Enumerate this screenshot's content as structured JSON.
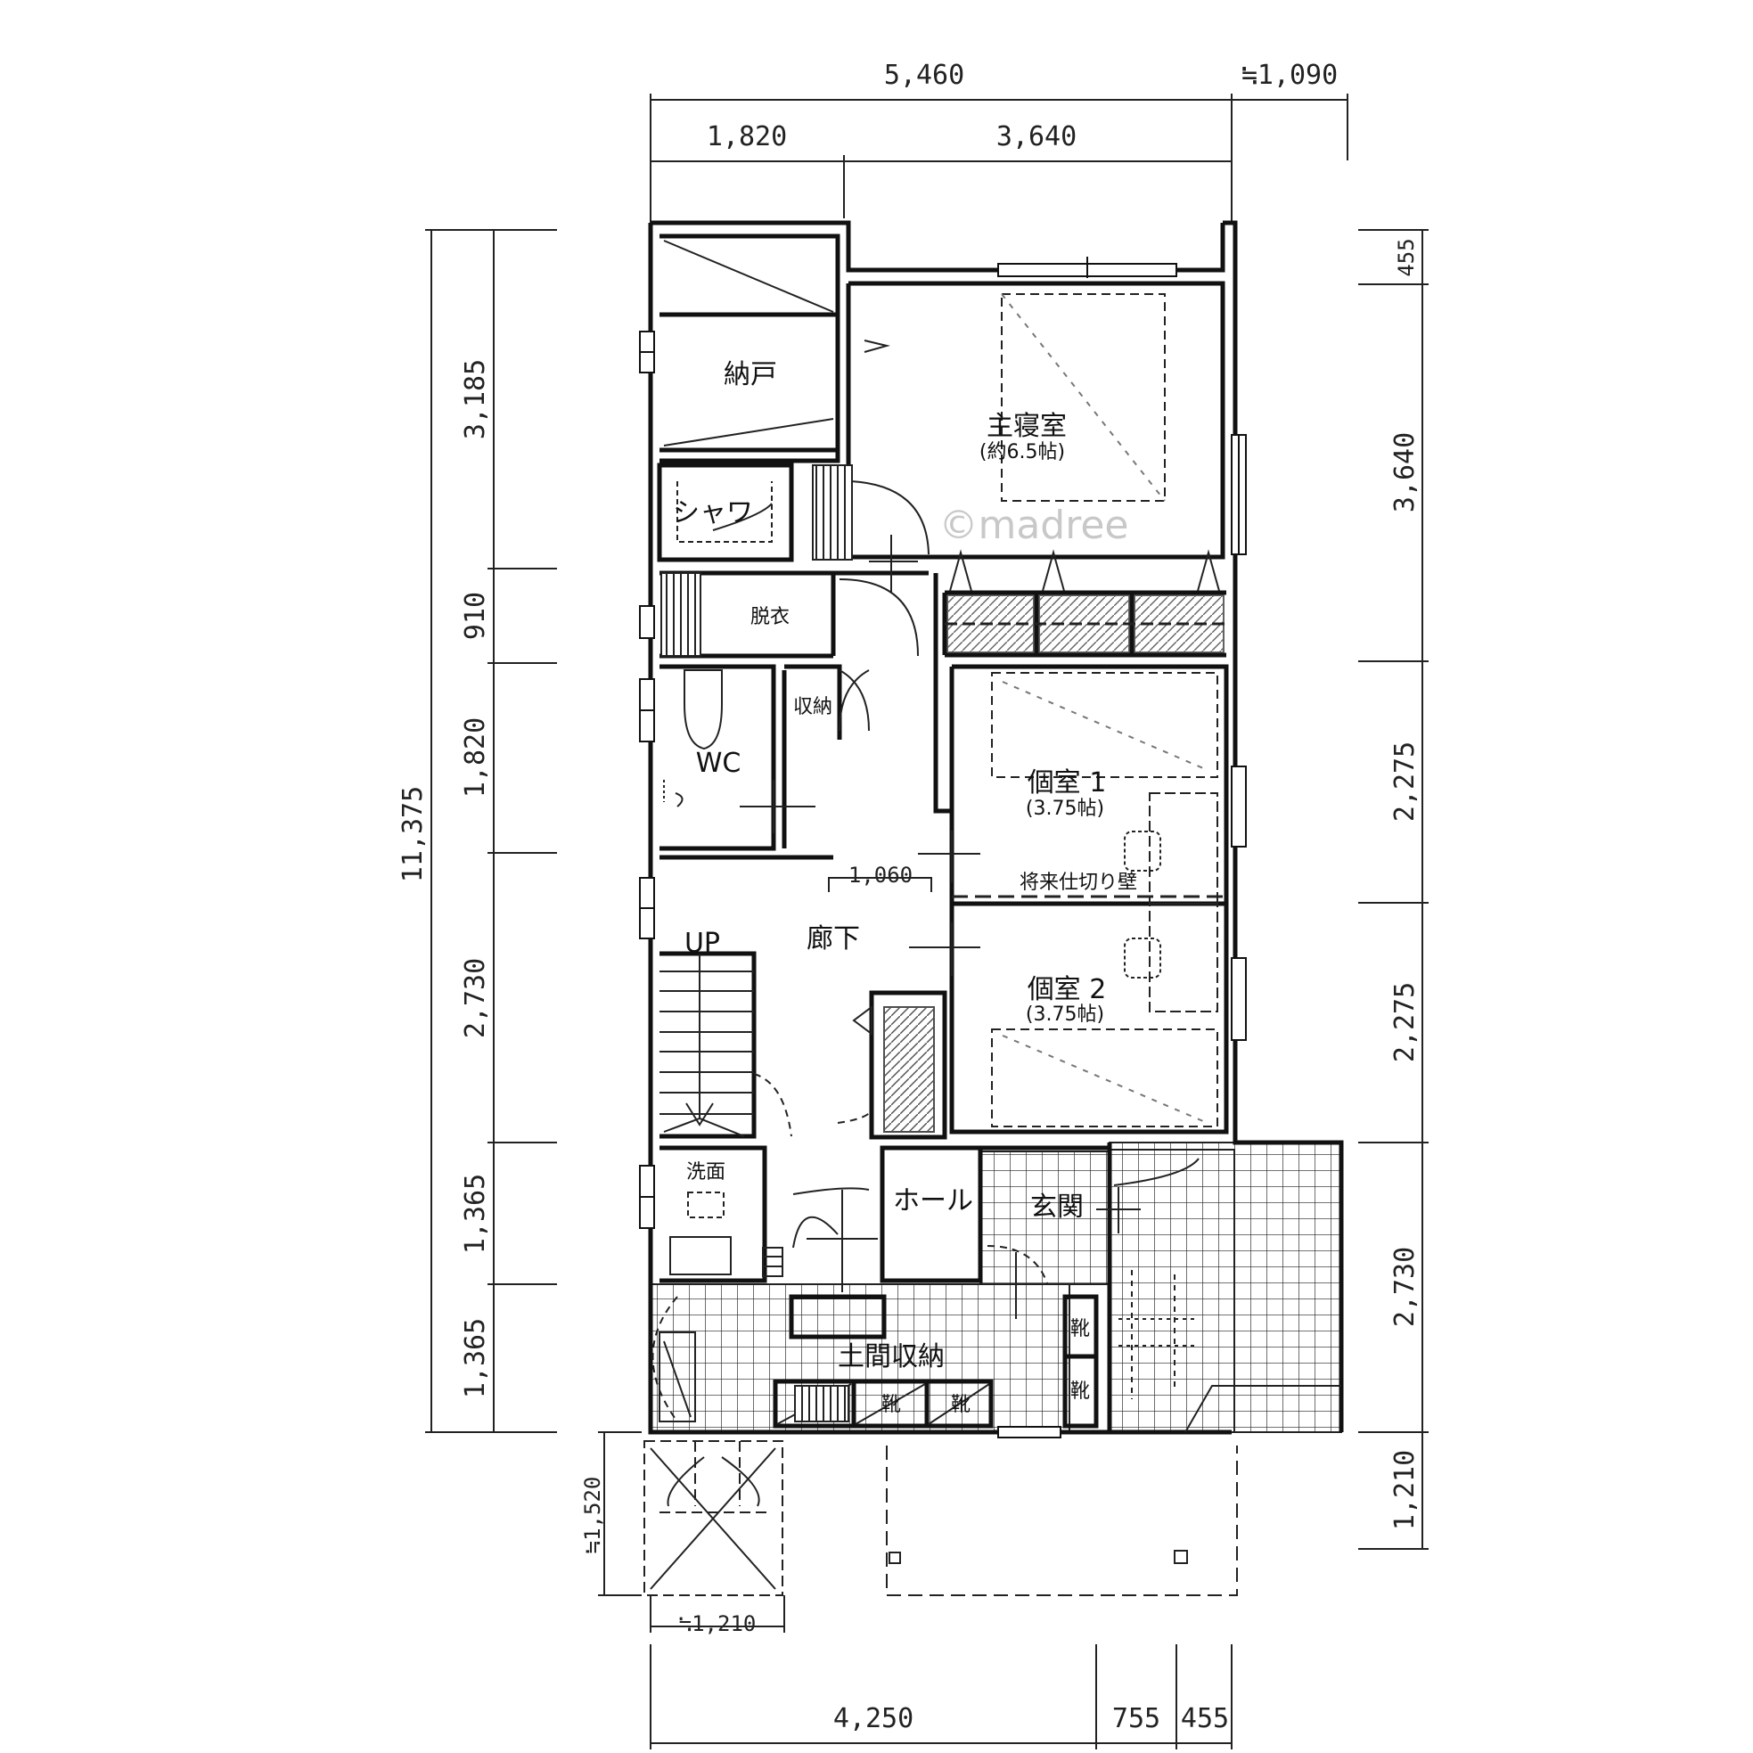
{
  "dimensions": {
    "top_total": "5,460",
    "top_extra": "≒1,090",
    "top_left": "1,820",
    "top_right": "3,640",
    "left_overall": "11,375",
    "left_1": "3,185",
    "left_2": "910",
    "left_3": "1,820",
    "left_4": "2,730",
    "left_5": "1,365",
    "left_6": "1,365",
    "right_1": "455",
    "right_2": "3,640",
    "right_3": "2,275",
    "right_4": "2,275",
    "right_5": "2,730",
    "right_6": "1,210",
    "bottom_1": "4,250",
    "bottom_2": "755",
    "bottom_3": "455",
    "porch_vertical": "≒1,520",
    "porch_horizontal": "≒1,210",
    "hall_width": "1,060"
  },
  "rooms": {
    "storage": "納戸",
    "master_bedroom": "主寝室",
    "master_bedroom_size": "(約6.5帖)",
    "shower": "シャワ",
    "dressing": "脱衣",
    "closet": "収納",
    "wc": "WC",
    "room1": "個室 1",
    "room1_size": "(3.75帖)",
    "future_partition": "将来仕切り壁",
    "corridor": "廊下",
    "up": "UP",
    "room2": "個室 2",
    "room2_size": "(3.75帖)",
    "washroom": "洗面",
    "hall": "ホール",
    "entrance": "玄関",
    "doma_storage": "土間収納",
    "shoe": "靴"
  },
  "watermark": "©madree"
}
